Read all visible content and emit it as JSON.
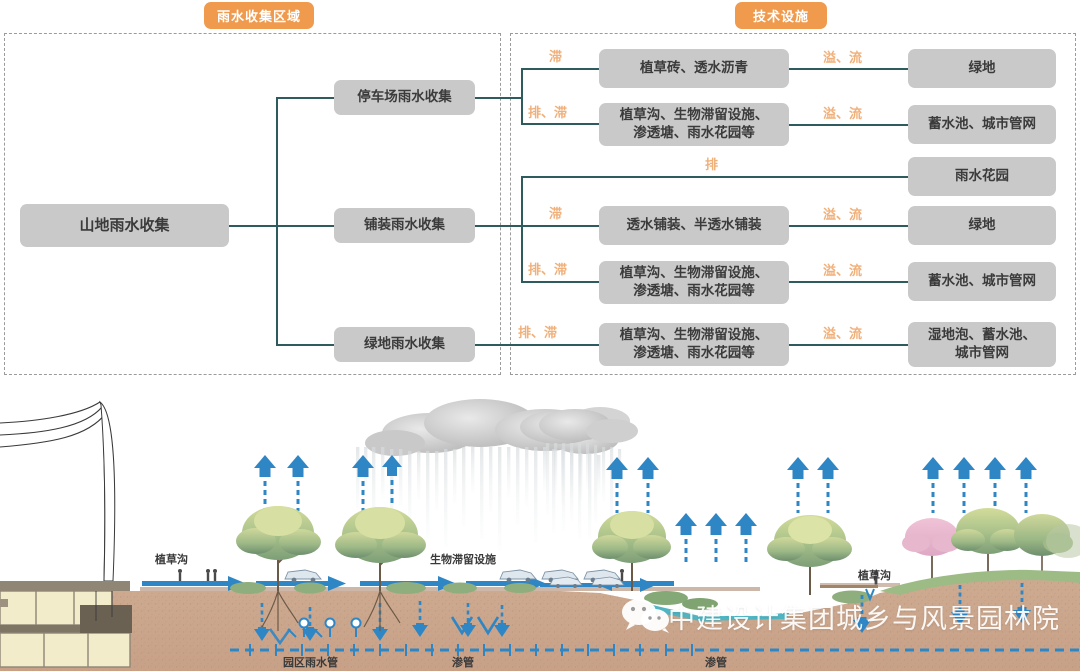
{
  "badges": {
    "left": "雨水收集区域",
    "right": "技术设施"
  },
  "colors": {
    "badge_bg": "#ef9a4d",
    "badge_text": "#ffffff",
    "node_bg": "#c9c9c9",
    "node_text": "#3b3b3b",
    "line": "#2d5b5e",
    "flow_label": "#f0b07a",
    "region_border": "#9b9b9b"
  },
  "diagram": {
    "root": {
      "label": "山地雨水收集"
    },
    "branches": [
      {
        "label": "停车场雨水收集"
      },
      {
        "label": "铺装雨水收集"
      },
      {
        "label": "绿地雨水收集"
      }
    ],
    "facilities": [
      {
        "label": "植草砖、透水沥青"
      },
      {
        "label": "植草沟、生物滞留设施、\n渗透塘、雨水花园等"
      },
      {
        "label": "透水铺装、半透水铺装"
      },
      {
        "label": "植草沟、生物滞留设施、\n渗透塘、雨水花园等"
      },
      {
        "label": "植草沟、生物滞留设施、\n渗透塘、雨水花园等"
      }
    ],
    "outputs": [
      {
        "label": "绿地"
      },
      {
        "label": "蓄水池、城市管网"
      },
      {
        "label": "雨水花园"
      },
      {
        "label": "绿地"
      },
      {
        "label": "蓄水池、城市管网"
      },
      {
        "label": "湿地泡、蓄水池、\n城市管网"
      }
    ],
    "flow_labels": {
      "zhi": "滞",
      "pai_zhi": "排、滞",
      "pai": "排",
      "yi_liu": "溢、流"
    },
    "edges": [
      {
        "from": "停车场雨水收集",
        "label": "滞",
        "to": "植草砖、透水沥青"
      },
      {
        "from": "停车场雨水收集",
        "label": "排、滞",
        "to": "植草沟、生物滞留设施、渗透塘、雨水花园等"
      },
      {
        "from": "植草砖、透水沥青",
        "label": "溢、流",
        "to": "绿地"
      },
      {
        "from": "植草沟、生物滞留设施、渗透塘、雨水花园等",
        "label": "溢、流",
        "to": "蓄水池、城市管网"
      },
      {
        "from": "铺装雨水收集",
        "label": "排",
        "to": "雨水花园"
      },
      {
        "from": "铺装雨水收集",
        "label": "滞",
        "to": "透水铺装、半透水铺装"
      },
      {
        "from": "铺装雨水收集",
        "label": "排、滞",
        "to": "植草沟、生物滞留设施、渗透塘、雨水花园等"
      },
      {
        "from": "透水铺装、半透水铺装",
        "label": "溢、流",
        "to": "绿地"
      },
      {
        "from": "绿地雨水收集",
        "label": "排、滞",
        "to": "植草沟、生物滞留设施、渗透塘、雨水花园等"
      },
      {
        "from": "植草沟、生物滞留设施、渗透塘、雨水花园等",
        "label": "溢、流",
        "to": "湿地泡、蓄水池、城市管网"
      }
    ]
  },
  "illustration": {
    "labels": [
      {
        "text": "植草沟"
      },
      {
        "text": "生物滞留设施"
      },
      {
        "text": "园区雨水管"
      },
      {
        "text": "渗管"
      },
      {
        "text": "渗管"
      },
      {
        "text": "植草沟"
      }
    ],
    "watermark": "中建设计集团城乡与风景园林院"
  }
}
